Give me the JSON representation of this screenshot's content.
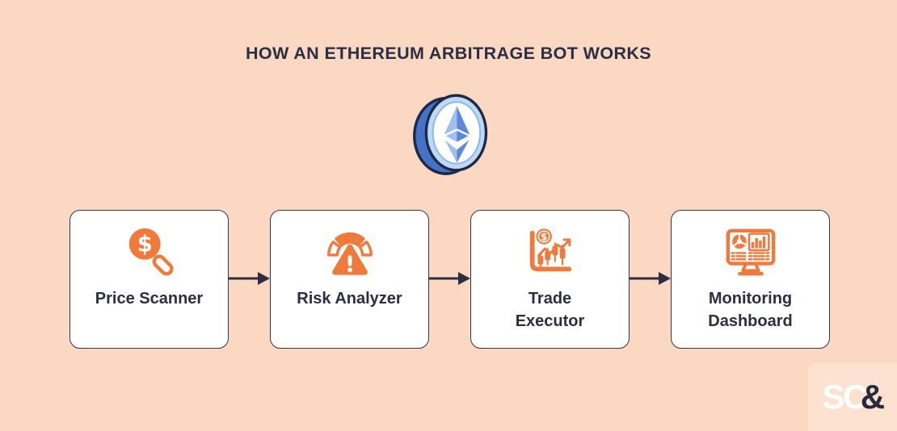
{
  "title": "HOW AN ETHEREUM ARBITRAGE BOT WORKS",
  "hero": {
    "icon": "ethereum-coin"
  },
  "steps": [
    {
      "label": "Price Scanner",
      "icon": "dollar-magnifier-icon"
    },
    {
      "label": "Risk Analyzer",
      "icon": "gauge-warning-icon"
    },
    {
      "label": "Trade\nExecutor",
      "icon": "candlestick-chart-icon"
    },
    {
      "label": "Monitoring\nDashboard",
      "icon": "dashboard-monitor-icon"
    }
  ],
  "logo": {
    "sc": "SC",
    "ampersand": "&"
  },
  "colors": {
    "background": "#FBD8C1",
    "card_background": "#FFFFFF",
    "card_border": "#33364E",
    "text_navy": "#2B2E44",
    "accent_orange": "#F0793C",
    "arrow": "#2B2E44",
    "logo_panel": "#FDE2D0",
    "logo_sc": "#FFFFFF",
    "logo_ampersand": "#262A3E",
    "coin_edge_blue": "#4571C6",
    "coin_ring_blue": "#BCD9F7",
    "coin_outline": "#1D2945",
    "eth_blue_dark": "#5C88D9",
    "eth_blue_light": "#9FBFEF"
  }
}
